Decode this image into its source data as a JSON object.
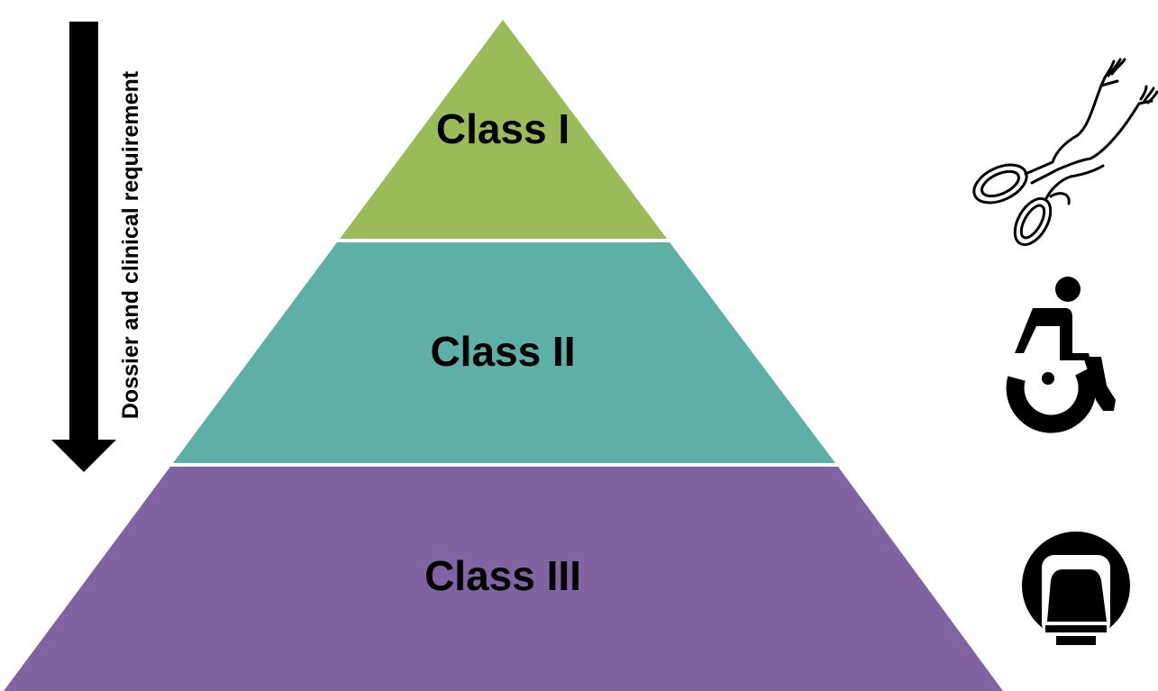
{
  "diagram": {
    "axis_label": "Dossier and clinical requirement",
    "tiers": [
      {
        "label": "Class I",
        "color": "#9bbb59",
        "icon": "surgical-retractor-icon"
      },
      {
        "label": "Class II",
        "color": "#5eb0a6",
        "icon": "wheelchair-icon"
      },
      {
        "label": "Class III",
        "color": "#8064a2",
        "icon": "mri-scanner-icon"
      }
    ],
    "arrow_color": "#000000"
  }
}
